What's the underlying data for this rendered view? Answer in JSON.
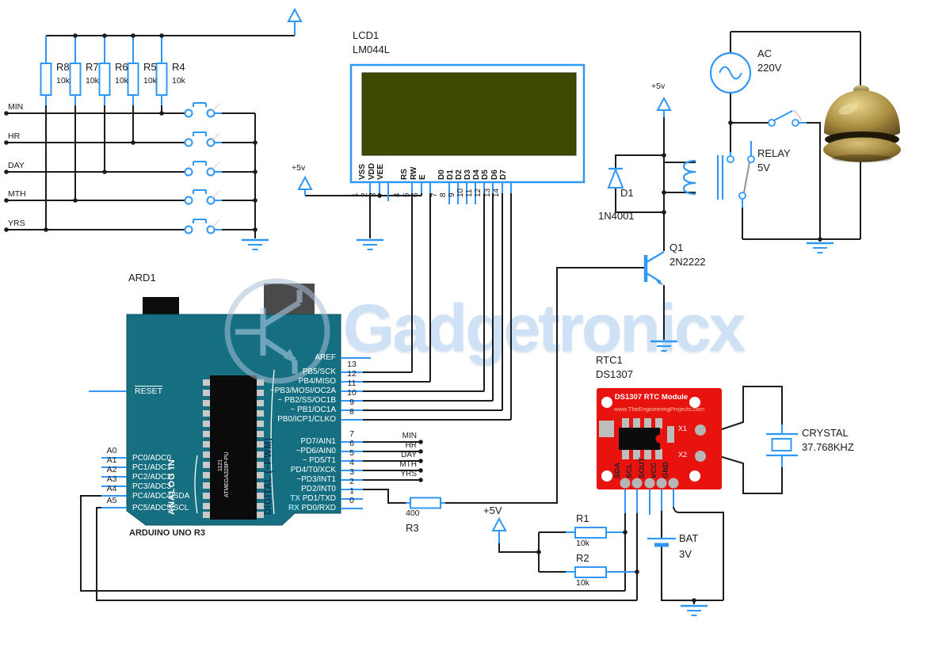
{
  "watermark": {
    "text": "Gadgetronicx"
  },
  "colors": {
    "wire": "#1c1c1c",
    "component_blue": "#2f97f5",
    "arduino_teal": "#156f80",
    "rtc_red": "#e8120e",
    "lcd_screen": "#3c4a02",
    "watermark_blue": "#cfe1f4"
  },
  "nets": [
    "MIN",
    "HR",
    "DAY",
    "MTH",
    "YRS"
  ],
  "pullup_bank": {
    "resistors": [
      {
        "name": "R8",
        "value": "10k"
      },
      {
        "name": "R7",
        "value": "10k"
      },
      {
        "name": "R6",
        "value": "10k"
      },
      {
        "name": "R5",
        "value": "10k"
      },
      {
        "name": "R4",
        "value": "10k"
      }
    ]
  },
  "lcd": {
    "ref": "LCD1",
    "part": "LM044L",
    "supply_label": "+5v",
    "pins": [
      {
        "n": "1",
        "name": "VSS"
      },
      {
        "n": "2",
        "name": "VDD"
      },
      {
        "n": "3",
        "name": "VEE"
      },
      {
        "n": "4",
        "name": "RS"
      },
      {
        "n": "5",
        "name": "RW"
      },
      {
        "n": "6",
        "name": "E"
      },
      {
        "n": "7",
        "name": "D0"
      },
      {
        "n": "8",
        "name": "D1"
      },
      {
        "n": "9",
        "name": "D2"
      },
      {
        "n": "10",
        "name": "D3"
      },
      {
        "n": "11",
        "name": "D4"
      },
      {
        "n": "12",
        "name": "D5"
      },
      {
        "n": "13",
        "name": "D6"
      },
      {
        "n": "14",
        "name": "D7"
      }
    ]
  },
  "arduino": {
    "ref": "ARD1",
    "board_name": "ARDUINO UNO R3",
    "reset_label": "RESET",
    "analog_group_label": "ANALOG IN",
    "digital_group_label": "DIGITAL (~PWM)",
    "ic": {
      "line1": "1121",
      "line2": "ATMEGA328P-PU"
    },
    "left_pins": [
      {
        "ext": "A0",
        "label": "PC0/ADC0"
      },
      {
        "ext": "A1",
        "label": "PC1/ADC1"
      },
      {
        "ext": "A2",
        "label": "PC2/ADC2"
      },
      {
        "ext": "A3",
        "label": "PC3/ADC3"
      },
      {
        "ext": "A4",
        "label": "PC4/ADC4/SDA"
      },
      {
        "ext": "A5",
        "label": "PC5/ADC5/SCL"
      }
    ],
    "right_pins": [
      {
        "num": "",
        "label": "AREF"
      },
      {
        "num": "13",
        "label": "PB5/SCK"
      },
      {
        "num": "12",
        "label": "PB4/MISO"
      },
      {
        "num": "11",
        "label": "~PB3/MOSI/OC2A"
      },
      {
        "num": "10",
        "label": "~ PB2/SS/OC1B"
      },
      {
        "num": "9",
        "label": "~ PB1/OC1A"
      },
      {
        "num": "8",
        "label": "PB0/ICP1/CLKO"
      },
      {
        "num": "7",
        "label": "PD7/AIN1"
      },
      {
        "num": "6",
        "label": "~PD6/AIN0"
      },
      {
        "num": "5",
        "label": "~ PD5/T1"
      },
      {
        "num": "4",
        "label": "PD4/T0/XCK"
      },
      {
        "num": "3",
        "label": "~PD3/INT1"
      },
      {
        "num": "2",
        "label": "PD2/INT0"
      },
      {
        "num": "1",
        "prefix": "TX",
        "label": "PD1/TXD"
      },
      {
        "num": "0",
        "prefix": "RX",
        "label": "PD0/RXD"
      }
    ]
  },
  "r3": {
    "name": "R3",
    "value": "400"
  },
  "i2c_pullups": {
    "supply_label": "+5V",
    "r1": {
      "name": "R1",
      "value": "10k"
    },
    "r2": {
      "name": "R2",
      "value": "10k"
    }
  },
  "transistor": {
    "ref": "Q1",
    "part": "2N2222"
  },
  "flyback_diode": {
    "ref": "D1",
    "part": "1N4001"
  },
  "relay": {
    "name": "RELAY",
    "value": "5V",
    "supply_label": "+5v"
  },
  "ac_source": {
    "name": "AC",
    "value": "220V"
  },
  "rtc": {
    "ref": "RTC1",
    "part": "DS1307",
    "board_title": "DS1307 RTC Module",
    "board_url": "www.TheEngineeringProjects.com",
    "xtal_pins": [
      "X1",
      "X2"
    ],
    "pins": [
      "SDA",
      "SCL",
      "SOUT",
      "VCC",
      "GND"
    ]
  },
  "crystal": {
    "name": "CRYSTAL",
    "value": "37.768KHZ"
  },
  "battery": {
    "name": "BAT",
    "value": "3V"
  }
}
